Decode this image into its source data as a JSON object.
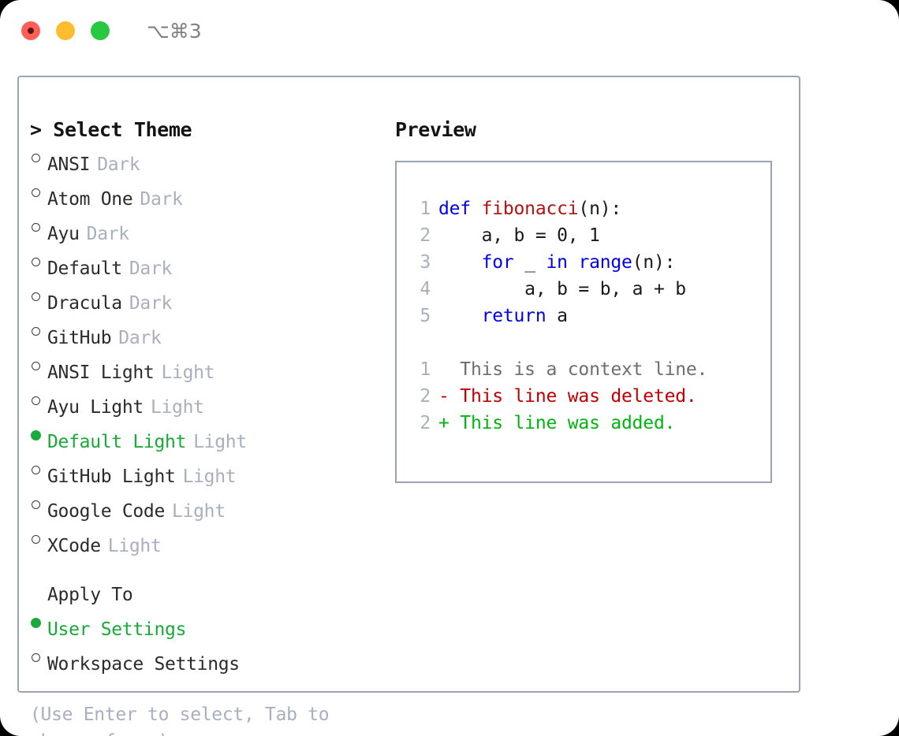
{
  "window": {
    "shortcut": "⌥⌘3",
    "traffic_lights": [
      {
        "name": "close",
        "color": "#ff5f57"
      },
      {
        "name": "minimize",
        "color": "#febc2e"
      },
      {
        "name": "maximize",
        "color": "#28c840"
      }
    ]
  },
  "theme_picker": {
    "prompt": "> Select Theme",
    "selected_theme": "Default Light",
    "themes": [
      {
        "name": "ANSI",
        "tag": "Dark",
        "selected": false
      },
      {
        "name": "Atom One",
        "tag": "Dark",
        "selected": false
      },
      {
        "name": "Ayu",
        "tag": "Dark",
        "selected": false
      },
      {
        "name": "Default",
        "tag": "Dark",
        "selected": false
      },
      {
        "name": "Dracula",
        "tag": "Dark",
        "selected": false
      },
      {
        "name": "GitHub",
        "tag": "Dark",
        "selected": false
      },
      {
        "name": "ANSI Light",
        "tag": "Light",
        "selected": false
      },
      {
        "name": "Ayu Light",
        "tag": "Light",
        "selected": false
      },
      {
        "name": "Default Light",
        "tag": "Light",
        "selected": true
      },
      {
        "name": "GitHub Light",
        "tag": "Light",
        "selected": false
      },
      {
        "name": "Google Code",
        "tag": "Light",
        "selected": false
      },
      {
        "name": "XCode",
        "tag": "Light",
        "selected": false
      }
    ]
  },
  "apply_to": {
    "header": "Apply To",
    "selected_option": "User Settings",
    "options": [
      {
        "label": "User Settings",
        "selected": true
      },
      {
        "label": "Workspace Settings",
        "selected": false
      }
    ]
  },
  "hint": "(Use Enter to select, Tab to change focus)",
  "preview": {
    "title": "Preview",
    "code_lines": [
      {
        "no": "1",
        "segments": [
          {
            "t": "def ",
            "c": "kw"
          },
          {
            "t": "fibonacci",
            "c": "fn"
          },
          {
            "t": "(n):",
            "c": "plain"
          }
        ]
      },
      {
        "no": "2",
        "segments": [
          {
            "t": "    a, b = 0, 1",
            "c": "plain"
          }
        ]
      },
      {
        "no": "3",
        "segments": [
          {
            "t": "    ",
            "c": "plain"
          },
          {
            "t": "for ",
            "c": "kw"
          },
          {
            "t": "_ ",
            "c": "plain"
          },
          {
            "t": "in ",
            "c": "kw"
          },
          {
            "t": "range",
            "c": "kw"
          },
          {
            "t": "(n):",
            "c": "plain"
          }
        ]
      },
      {
        "no": "4",
        "segments": [
          {
            "t": "        a, b = b, a + b",
            "c": "plain"
          }
        ]
      },
      {
        "no": "5",
        "segments": [
          {
            "t": "    ",
            "c": "plain"
          },
          {
            "t": "return ",
            "c": "kw"
          },
          {
            "t": "a",
            "c": "plain"
          }
        ]
      }
    ],
    "diff_lines": [
      {
        "no": "1",
        "marker": "  ",
        "text": "This is a context line.",
        "kind": "ctx"
      },
      {
        "no": "2",
        "marker": "- ",
        "text": "This line was deleted.",
        "kind": "del"
      },
      {
        "no": "2",
        "marker": "+ ",
        "text": "This line was added.",
        "kind": "add"
      }
    ]
  },
  "colors": {
    "accent_green": "#18aa38",
    "diff_add": "#00b50f",
    "diff_del": "#c00000",
    "keyword_blue": "#0000ee",
    "function_red": "#b31212",
    "muted": "#a8b0bd",
    "border": "#9aa5b1"
  }
}
